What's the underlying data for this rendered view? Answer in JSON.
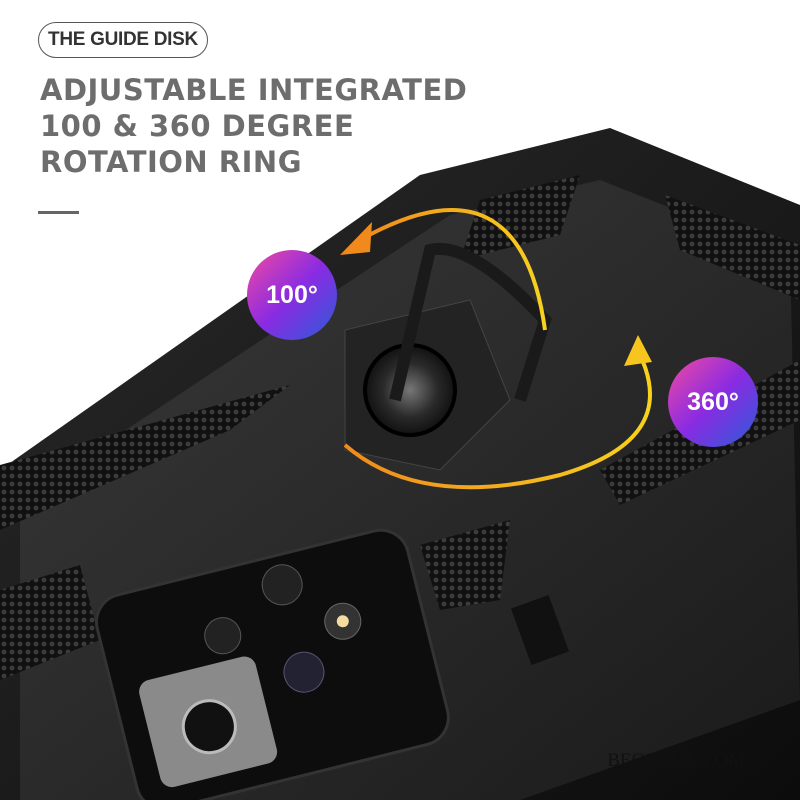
{
  "badge": {
    "label": "THE GUIDE DISK"
  },
  "headline": {
    "lines": [
      "ADJUSTABLE INTEGRATED",
      "100 & 360 DEGREE",
      "ROTATION RING"
    ]
  },
  "rotation_labels": {
    "small": "100°",
    "full": "360°"
  },
  "watermark": "BECOQUE.COM",
  "colors": {
    "heading": "#6d6d6d",
    "arrow": "#f5a623",
    "circle_gradient": [
      "#e83e8c",
      "#6a2bd8",
      "#2b5bd8"
    ]
  }
}
